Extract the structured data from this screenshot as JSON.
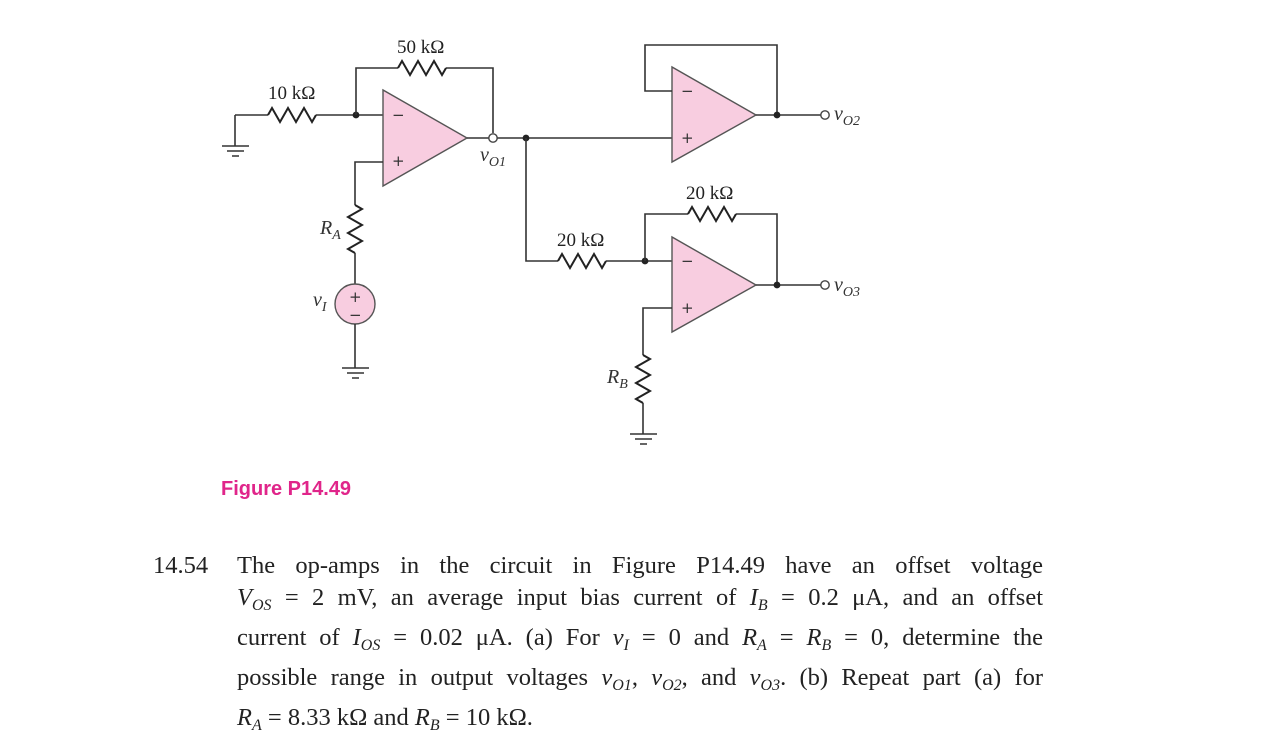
{
  "figure": {
    "caption": "Figure P14.49",
    "caption_color": "#e0258a",
    "opamp_fill": "#f8cde0",
    "components": {
      "r_in1": "10 kΩ",
      "r_f1": "50 kΩ",
      "r_in3": "20 kΩ",
      "r_f3": "20 kΩ",
      "r_a": "R",
      "r_a_sub": "A",
      "r_b": "R",
      "r_b_sub": "B",
      "source": "v",
      "source_sub": "I"
    },
    "outputs": {
      "o1": "v",
      "o1_sub": "O1",
      "o2": "v",
      "o2_sub": "O2",
      "o3": "v",
      "o3_sub": "O3"
    },
    "signs": {
      "minus": "−",
      "plus": "+"
    }
  },
  "problem": {
    "number": "14.54",
    "lines": [
      "The op-amps in the circuit in Figure P14.49 have an offset voltage",
      "V_OS = 2 mV, an average input bias current of I_B = 0.2 μA, and an offset",
      "current of I_OS = 0.02 μA. (a) For v_I = 0 and R_A = R_B = 0, determine the",
      "possible range in output voltages v_O1, v_O2, and v_O3. (b) Repeat part (a) for",
      "R_A = 8.33 kΩ and R_B = 10 kΩ."
    ],
    "parts": {
      "l1": "The op-amps in the circuit in Figure P14.49 have an offset voltage",
      "l2a": "= 2 mV, an average input bias current of ",
      "l2b": "= 0.2 μA, and an offset",
      "l3a": "current of ",
      "l3b": "= 0.02 μA. (a) For ",
      "l3c": "= 0 and ",
      "l3d": "= ",
      "l3e": "= 0, determine the",
      "l4a": "possible range in output voltages ",
      "l4b": ", ",
      "l4c": ", and ",
      "l4d": ". (b) Repeat part (a) for",
      "l5a": "= 8.33 kΩ and ",
      "l5b": "= 10 kΩ."
    },
    "symbols": {
      "V": "V",
      "I": "I",
      "v": "v",
      "R": "R",
      "OS": "OS",
      "B": "B",
      "A": "A",
      "Isub": "I",
      "O1": "O1",
      "O2": "O2",
      "O3": "O3"
    }
  }
}
